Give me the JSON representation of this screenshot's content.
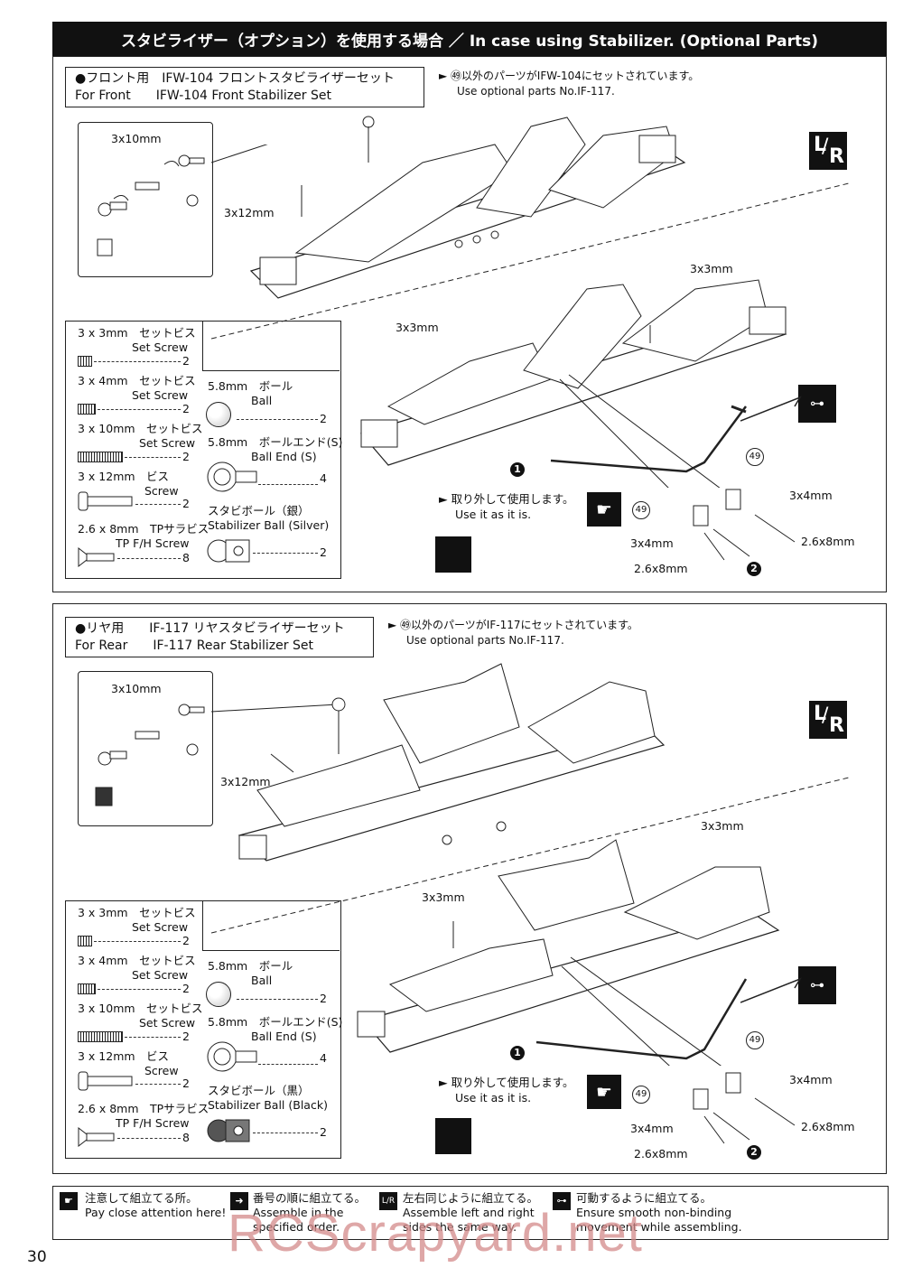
{
  "header": {
    "title": "スタビライザー（オプション）を使用する場合 ／ In case using Stabilizer. (Optional Parts)"
  },
  "front": {
    "set_line1_jp": "●フロント用　IFW-104 フロントスタビライザーセット",
    "set_line2_en": "For Front　　IFW-104 Front Stabilizer Set",
    "note_jp": "► ㊾以外のパーツがIFW-104にセットされています。",
    "note_en": "Use optional parts No.IF-117.",
    "callout_label": "3x10mm",
    "label_3x12": "3x12mm",
    "label_3x3a": "3x3mm",
    "label_3x3b": "3x3mm",
    "label_3x4a": "3x4mm",
    "label_3x4b": "3x4mm",
    "label_26a": "2.6x8mm",
    "label_26b": "2.6x8mm",
    "label_49a": "49",
    "label_49b": "49",
    "remove_jp": "► 取り外して使用します。",
    "remove_en": "Use it as it is.",
    "step1": "1",
    "step2": "2",
    "parts": {
      "p1_jp": "3 x 3mm　セットビス",
      "p1_en": "Set Screw",
      "p1_qty": "2",
      "p2_jp": "3 x 4mm　セットビス",
      "p2_en": "Set Screw",
      "p2_qty": "2",
      "p3_jp": "3 x 10mm　セットビス",
      "p3_en": "Set Screw",
      "p3_qty": "2",
      "p4_jp": "3 x 12mm　ビス",
      "p4_en": "Screw",
      "p4_qty": "2",
      "p5_jp": "2.6 x 8mm　TPサラビス",
      "p5_en": "TP F/H Screw",
      "p5_qty": "8",
      "p6_jp": "5.8mm　ボール",
      "p6_en": "Ball",
      "p6_qty": "2",
      "p7_jp": "5.8mm　ボールエンド(S)",
      "p7_en": "Ball End (S)",
      "p7_qty": "4",
      "p8_jp": "スタビボール（銀）",
      "p8_en": "Stabilizer Ball (Silver)",
      "p8_qty": "2"
    }
  },
  "rear": {
    "set_line1_jp": "●リヤ用　　IF-117 リヤスタビライザーセット",
    "set_line2_en": "For Rear　　IF-117 Rear Stabilizer Set",
    "note_jp": "► ㊾以外のパーツがIF-117にセットされています。",
    "note_en": "Use optional parts No.IF-117.",
    "callout_label": "3x10mm",
    "label_3x12": "3x12mm",
    "label_3x3a": "3x3mm",
    "label_3x3b": "3x3mm",
    "label_3x4a": "3x4mm",
    "label_3x4b": "3x4mm",
    "label_26a": "2.6x8mm",
    "label_26b": "2.6x8mm",
    "label_49a": "49",
    "label_49b": "49",
    "remove_jp": "► 取り外して使用します。",
    "remove_en": "Use it as it is.",
    "step1": "1",
    "step2": "2",
    "parts": {
      "p1_jp": "3 x 3mm　セットビス",
      "p1_en": "Set Screw",
      "p1_qty": "2",
      "p2_jp": "3 x 4mm　セットビス",
      "p2_en": "Set Screw",
      "p2_qty": "2",
      "p3_jp": "3 x 10mm　セットビス",
      "p3_en": "Set Screw",
      "p3_qty": "2",
      "p4_jp": "3 x 12mm　ビス",
      "p4_en": "Screw",
      "p4_qty": "2",
      "p5_jp": "2.6 x 8mm　TPサラビス",
      "p5_en": "TP F/H Screw",
      "p5_qty": "8",
      "p6_jp": "5.8mm　ボール",
      "p6_en": "Ball",
      "p6_qty": "2",
      "p7_jp": "5.8mm　ボールエンド(S)",
      "p7_en": "Ball End (S)",
      "p7_qty": "4",
      "p8_jp": "スタビボール（黒）",
      "p8_en": "Stabilizer Ball (Black)",
      "p8_qty": "2"
    }
  },
  "footer": {
    "f1_jp": "注意して組立てる所。",
    "f1_en": "Pay close attention here!",
    "f2_jp": "番号の順に組立てる。",
    "f2_en1": "Assemble in the",
    "f2_en2": "specified order.",
    "f3_jp": "左右同じように組立てる。",
    "f3_en1": "Assemble left and right",
    "f3_en2": "sides the same way.",
    "f4_jp": "可動するように組立てる。",
    "f4_en1": "Ensure smooth non-binding",
    "f4_en2": "movement while assembling."
  },
  "watermark": "RCScrapyard.net",
  "page_number": "30"
}
